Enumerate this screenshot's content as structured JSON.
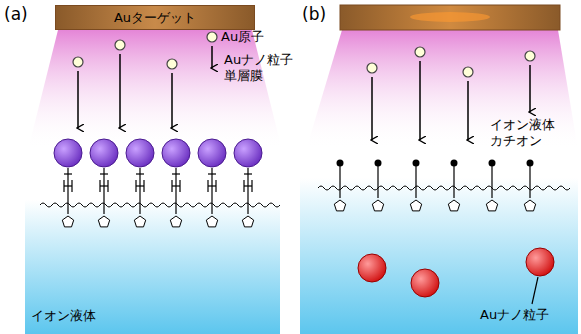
{
  "diagram": {
    "nodes": [
      {
        "text": [
          "Auターゲット"
        ]
      },
      {
        "text": [
          "イオン液体"
        ]
      }
    ],
    "labels": [
      "(a)",
      "(b)",
      "Au原子",
      "Auナノ粒子 単層膜",
      "イオン液体 カチオン",
      "Auナノ粒子"
    ]
  }
}
